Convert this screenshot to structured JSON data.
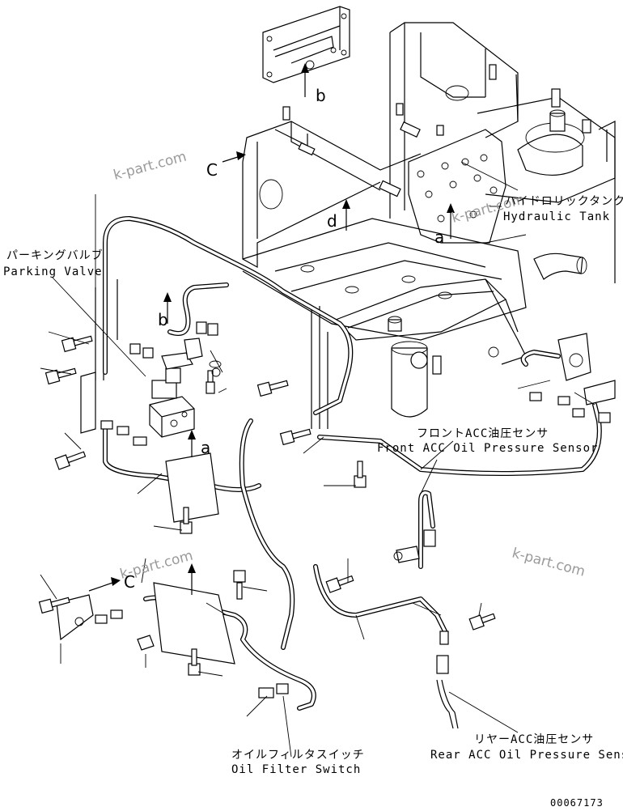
{
  "labels": {
    "parking_valve_jp": "パーキングバルブ",
    "parking_valve_en": "Parking Valve",
    "hydraulic_tank_jp": "ハイドロリックタンク",
    "hydraulic_tank_en": "Hydraulic Tank",
    "front_sensor_jp": "フロントACC油圧センサ",
    "front_sensor_en": "Front ACC Oil Pressure Sensor",
    "rear_sensor_jp": "リヤーACC油圧センサ",
    "rear_sensor_en": "Rear ACC Oil Pressure Sensor",
    "oil_filter_jp": "オイルフィルタスイッチ",
    "oil_filter_en": "Oil Filter Switch"
  },
  "view_refs": {
    "b_top": "b",
    "c_top": "C",
    "d": "d",
    "a_tank": "a",
    "b_mid": "b",
    "a_valve": "a",
    "c_bottom": "C"
  },
  "watermarks": [
    "k-part.com",
    "k-part.com",
    "k-part.com",
    "k-part.com"
  ],
  "drawing_number": "00067173"
}
